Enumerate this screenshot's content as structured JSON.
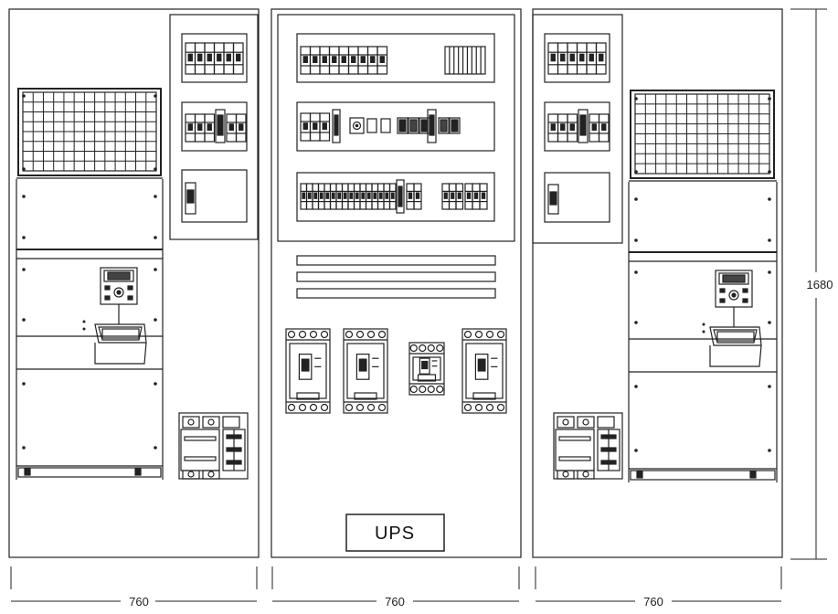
{
  "colors": {
    "line": "#222222",
    "light_line": "#555555",
    "background": "#ffffff"
  },
  "dimensions": {
    "cabinet_widths": [
      "760",
      "760",
      "760"
    ],
    "height": "1680"
  },
  "labels": {
    "ups": "UPS"
  },
  "cabinets": [
    {
      "position": "left",
      "components": [
        "ventilation-grille",
        "variable-speed-drive",
        "contactor",
        "breaker-group",
        "breaker-group-with-switch",
        "single-breaker"
      ]
    },
    {
      "position": "center",
      "components": [
        "breaker-row",
        "terminal-block",
        "breaker-row-with-socket",
        "relay-row",
        "busbars",
        "moulded-case-breakers",
        "ups-box"
      ]
    },
    {
      "position": "right",
      "components": [
        "ventilation-grille",
        "variable-speed-drive",
        "contactor",
        "breaker-group",
        "breaker-group-with-switch",
        "single-breaker"
      ]
    }
  ]
}
